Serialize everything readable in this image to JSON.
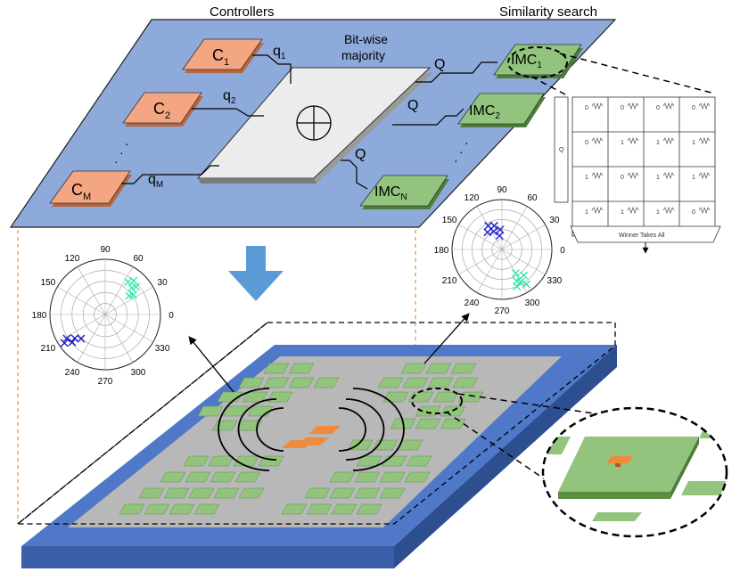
{
  "header": {
    "controllers": "Controllers",
    "similarity": "Similarity search"
  },
  "majority": {
    "line1": "Bit-wise",
    "line2": "majority",
    "symbol": "⊕"
  },
  "controllers": [
    {
      "base": "C",
      "sub": "1",
      "signal_base": "q",
      "signal_sub": "1"
    },
    {
      "base": "C",
      "sub": "2",
      "signal_base": "q",
      "signal_sub": "2"
    },
    {
      "base": "C",
      "sub": "M",
      "signal_base": "q",
      "signal_sub": "M"
    }
  ],
  "imcs": [
    {
      "base": "IMC",
      "sub": "1",
      "signal": "Q"
    },
    {
      "base": "IMC",
      "sub": "2",
      "signal": "Q"
    },
    {
      "base": "IMC",
      "sub": "N",
      "signal": "Q"
    }
  ],
  "ellipsis": "·\n·\n·",
  "crossbar": {
    "row_label": "Q",
    "values": [
      [
        "0",
        "0",
        "0",
        "0"
      ],
      [
        "0",
        "1",
        "1",
        "1"
      ],
      [
        "1",
        "0",
        "1",
        "1"
      ],
      [
        "1",
        "1",
        "1",
        "0"
      ]
    ],
    "wta": "Winner Takes All"
  },
  "polar_left": {
    "angles": [
      "90",
      "60",
      "30",
      "0",
      "330",
      "300",
      "270",
      "240",
      "210",
      "180",
      "150",
      "120"
    ],
    "blue_points": [
      [
        220,
        0.78
      ],
      [
        215,
        0.9
      ],
      [
        225,
        0.62
      ],
      [
        218,
        0.7
      ],
      [
        212,
        0.82
      ]
    ],
    "green_points": [
      [
        42,
        0.75
      ],
      [
        50,
        0.8
      ],
      [
        35,
        0.62
      ],
      [
        38,
        0.55
      ],
      [
        45,
        0.68
      ],
      [
        55,
        0.72
      ]
    ]
  },
  "polar_right": {
    "angles": [
      "90",
      "60",
      "30",
      "0",
      "330",
      "300",
      "270",
      "240",
      "210",
      "180",
      "150",
      "120"
    ],
    "blue_points": [
      [
        115,
        0.4
      ],
      [
        120,
        0.55
      ],
      [
        100,
        0.28
      ],
      [
        95,
        0.4
      ],
      [
        130,
        0.45
      ],
      [
        108,
        0.5
      ]
    ],
    "green_points": [
      [
        300,
        0.55
      ],
      [
        295,
        0.7
      ],
      [
        305,
        0.85
      ],
      [
        292,
        0.8
      ],
      [
        300,
        0.75
      ],
      [
        310,
        0.68
      ]
    ]
  },
  "colors": {
    "board": "#8eaadb",
    "controller": "#f4a582",
    "imc": "#92c47d",
    "substrate": "#4f79c8",
    "chip": "#b8b8b8",
    "arrow": "#5b9bd5",
    "blue_mark": "#1a1acc",
    "green_mark": "#2ee8a8",
    "orange_dash": "#f0882a"
  }
}
